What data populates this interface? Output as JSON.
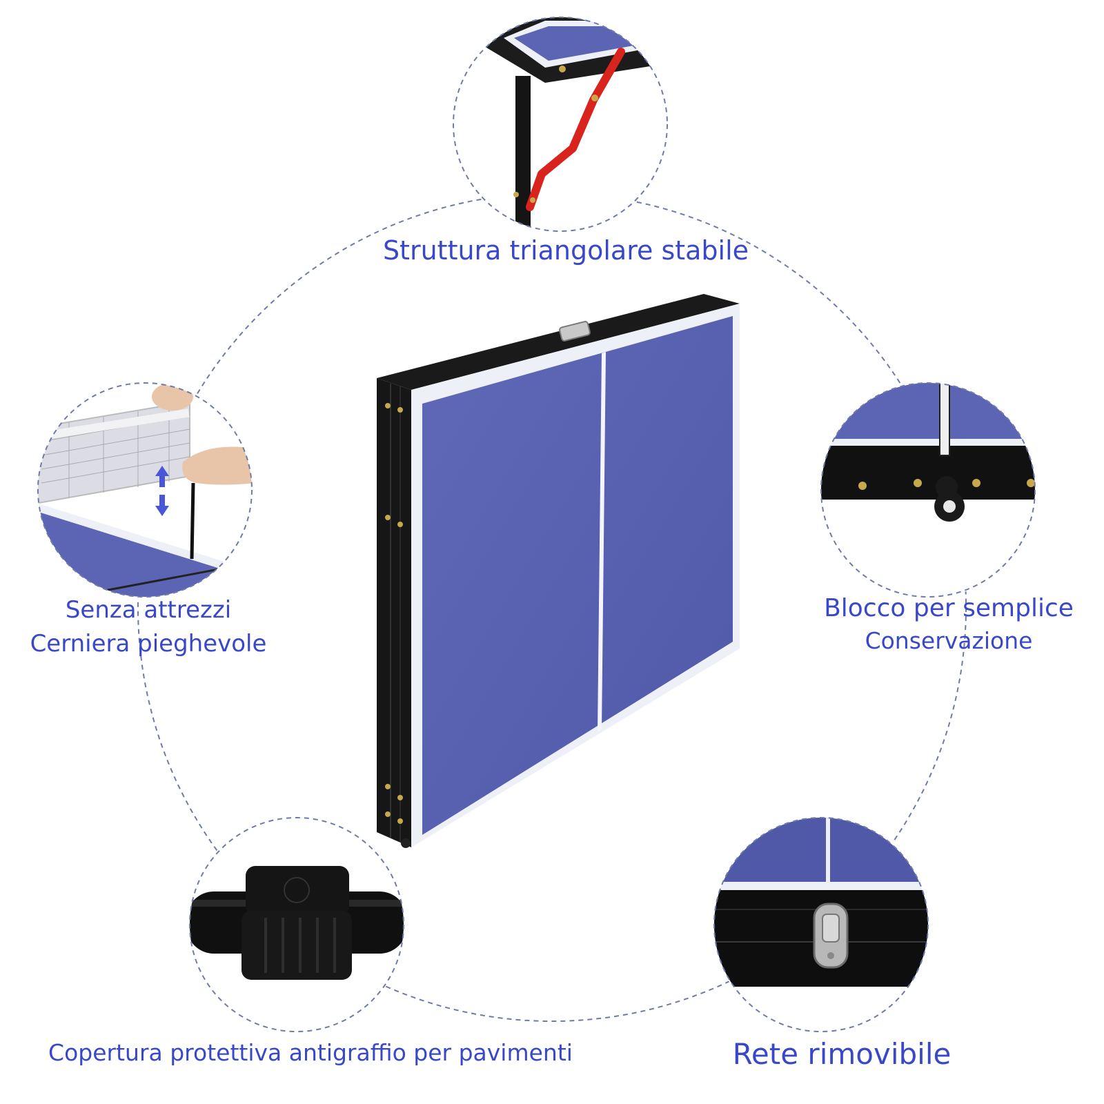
{
  "labels": {
    "top": "Struttura triangolare stabile",
    "left_line1": "Senza attrezzi",
    "left_line2": "Cerniera pieghevole",
    "right_line1": "Blocco per semplice",
    "right_line2": "Conservazione",
    "bottom_left": "Copertura protettiva antigraffio per pavimenti",
    "bottom_right": "Rete rimovibile"
  },
  "colors": {
    "accent_text": "#3848c8",
    "table_blue": "#5a63b4",
    "frame_black": "#141414",
    "dashed_line": "#6f7aa8",
    "leg_red": "#d8241c"
  }
}
